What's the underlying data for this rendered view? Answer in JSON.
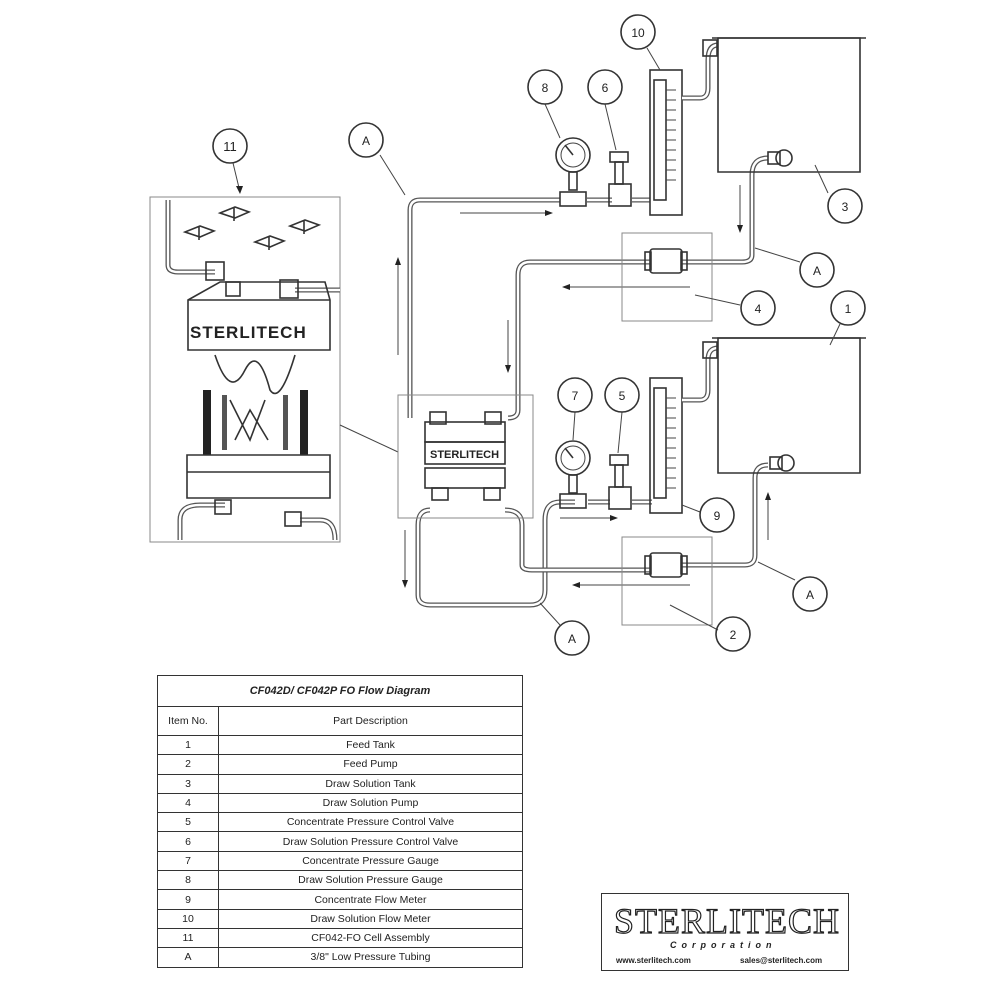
{
  "callouts": {
    "c1": "1",
    "c2": "2",
    "c3": "3",
    "c4": "4",
    "c5": "5",
    "c6": "6",
    "c7": "7",
    "c8": "8",
    "c9": "9",
    "c10": "10",
    "c11": "11",
    "a1": "A",
    "a2": "A",
    "a3": "A",
    "a4": "A"
  },
  "cell_label": "STERLITECH",
  "table": {
    "title": "CF042D/ CF042P FO Flow Diagram",
    "headers": [
      "Item No.",
      "Part Description"
    ],
    "rows": [
      [
        "1",
        "Feed Tank"
      ],
      [
        "2",
        "Feed Pump"
      ],
      [
        "3",
        "Draw Solution Tank"
      ],
      [
        "4",
        "Draw Solution Pump"
      ],
      [
        "5",
        "Concentrate Pressure Control Valve"
      ],
      [
        "6",
        "Draw Solution Pressure Control Valve"
      ],
      [
        "7",
        "Concentrate Pressure Gauge"
      ],
      [
        "8",
        "Draw Solution Pressure Gauge"
      ],
      [
        "9",
        "Concentrate Flow Meter"
      ],
      [
        "10",
        "Draw Solution Flow Meter"
      ],
      [
        "11",
        "CF042-FO Cell Assembly"
      ],
      [
        "A",
        "3/8\" Low Pressure Tubing"
      ]
    ]
  },
  "logo": {
    "name": "STERLITECH",
    "subtitle": "Corporation",
    "website": "www.sterlitech.com",
    "email": "sales@sterlitech.com"
  }
}
